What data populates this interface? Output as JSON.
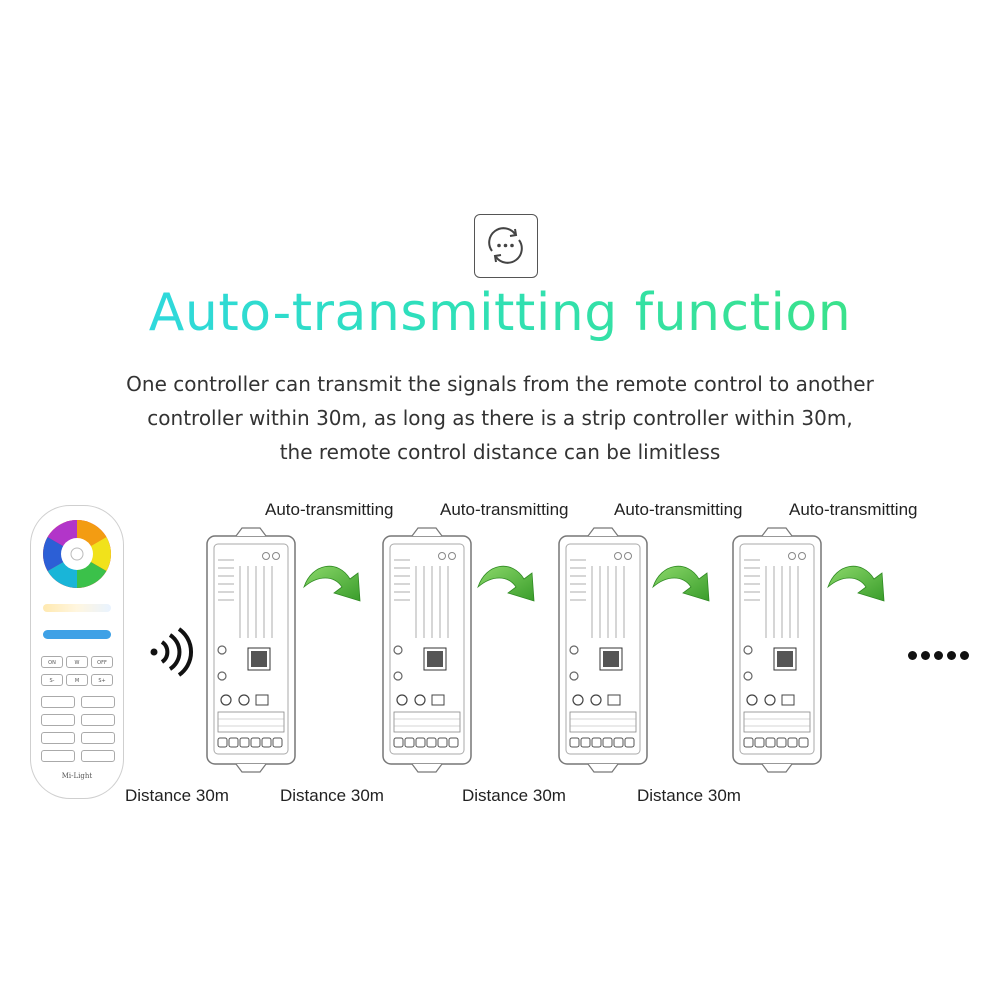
{
  "header": {
    "icon": "sync-dots-icon",
    "title": "Auto-transmitting function",
    "description_lines": [
      "One controller can transmit the signals from the remote control to another",
      "controller within 30m, as long as there is a strip controller within 30m,",
      "the remote control distance can be limitless"
    ]
  },
  "diagram": {
    "transmit_labels": [
      "Auto-transmitting",
      "Auto-transmitting",
      "Auto-transmitting",
      "Auto-transmitting"
    ],
    "distance_labels": [
      "Distance 30m",
      "Distance 30m",
      "Distance 30m",
      "Distance 30m"
    ],
    "remote": {
      "buttons": [
        "ON",
        "W",
        "OFF",
        "S-",
        "M",
        "S+"
      ],
      "brand": "Mi-Light"
    },
    "arrow_color": "#4caf3a",
    "accent_colors": [
      "#2fd5ee",
      "#3ee27a"
    ]
  }
}
